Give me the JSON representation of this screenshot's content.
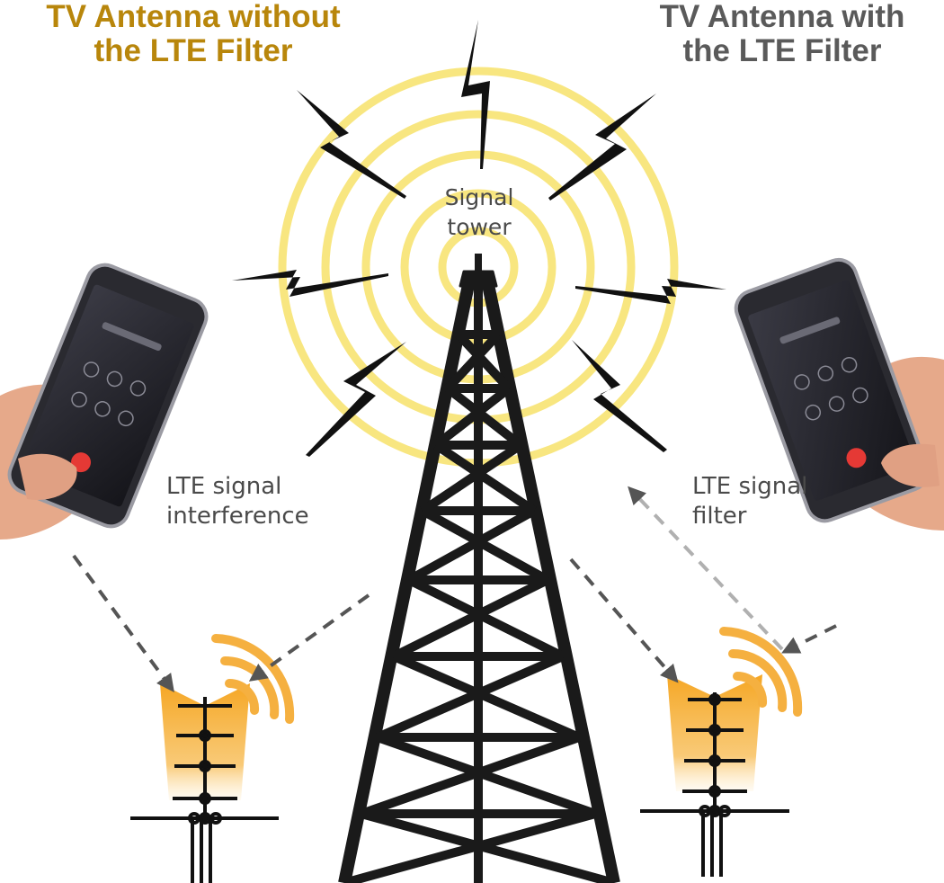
{
  "titles": {
    "left": {
      "line1": "TV Antenna without",
      "line2": "the LTE Filter"
    },
    "right": {
      "line1": "TV Antenna with",
      "line2": "the LTE Filter"
    }
  },
  "labels": {
    "tower": {
      "line1": "Signal",
      "line2": "tower"
    },
    "interference": {
      "line1": "LTE signal",
      "line2": "interference"
    },
    "filter": {
      "line1": "LTE signal",
      "line2": "filter"
    }
  },
  "colors": {
    "title_left": "#b8860b",
    "title_right": "#5a5a5a",
    "signal_ring": "#f7e26b",
    "antenna_glow": "#f5a623",
    "tower": "#1a1a1a",
    "label": "#4a4a4a"
  }
}
